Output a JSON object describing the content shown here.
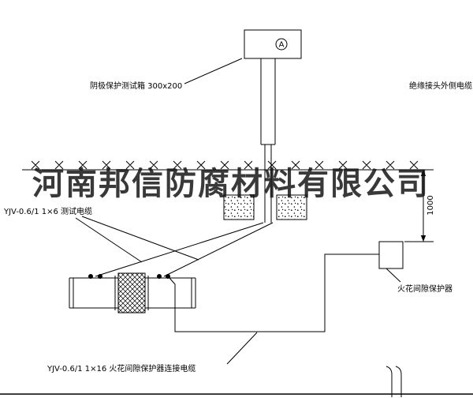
{
  "colors": {
    "ink": "#000000",
    "background": "#ffffff",
    "watermark": "#141414"
  },
  "watermark": {
    "text": "河南邦信防腐材料有限公司"
  },
  "labels": {
    "test_box": "阴极保护测试箱 300x200",
    "insulated_joint_cable": "绝缘接头外侧电缆",
    "test_cable": "YJV-0.6/1 1×6  测试电缆",
    "spark_gap_protector": "火花间隙保护器",
    "protector_cable": "YJV-0.6/1 1×16  火花间隙保护器连接电缆",
    "dimension_1000": "1000",
    "ammeter": "A"
  }
}
